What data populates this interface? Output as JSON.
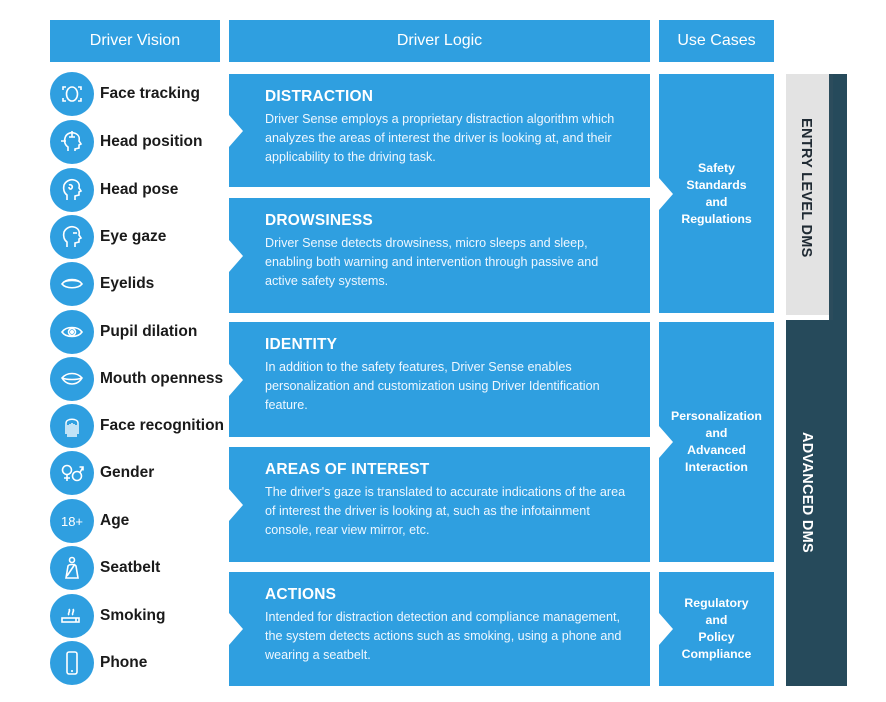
{
  "headers": {
    "vision": "Driver Vision",
    "logic": "Driver Logic",
    "cases": "Use Cases"
  },
  "vision_items": [
    {
      "label": "Face tracking",
      "icon": "face-tracking-icon"
    },
    {
      "label": "Head position",
      "icon": "head-position-icon"
    },
    {
      "label": "Head pose",
      "icon": "head-pose-icon"
    },
    {
      "label": "Eye gaze",
      "icon": "eye-gaze-icon"
    },
    {
      "label": "Eyelids",
      "icon": "eyelids-icon"
    },
    {
      "label": "Pupil dilation",
      "icon": "pupil-dilation-icon"
    },
    {
      "label": "Mouth openness",
      "icon": "mouth-openness-icon"
    },
    {
      "label": "Face recognition",
      "icon": "face-recognition-icon"
    },
    {
      "label": "Gender",
      "icon": "gender-icon"
    },
    {
      "label": "Age",
      "icon": "age-icon"
    },
    {
      "label": "Seatbelt",
      "icon": "seatbelt-icon"
    },
    {
      "label": "Smoking",
      "icon": "smoking-icon"
    },
    {
      "label": "Phone",
      "icon": "phone-icon"
    }
  ],
  "logic": [
    {
      "title": "DISTRACTION",
      "text": "Driver Sense employs a proprietary distraction algorithm which analyzes the areas of interest the driver is looking at, and their applicability to the driving task."
    },
    {
      "title": "DROWSINESS",
      "text": "Driver Sense detects drowsiness, micro sleeps and sleep, enabling both warning and intervention through passive and active safety systems."
    },
    {
      "title": "IDENTITY",
      "text": "In addition to the safety features, Driver Sense enables personalization and customization using Driver Identification feature."
    },
    {
      "title": "AREAS OF INTEREST",
      "text": "The driver's gaze is translated to accurate indications of the area of interest the driver is looking at, such as the infotainment console, rear view mirror, etc."
    },
    {
      "title": "ACTIONS",
      "text": "Intended for distraction detection and compliance management, the system detects actions such as smoking, using a phone and wearing a seatbelt."
    }
  ],
  "use_cases": [
    "Safety\nStandards\nand\nRegulations",
    "Personalization\nand\nAdvanced\nInteraction",
    "Regulatory\nand\nPolicy\nCompliance"
  ],
  "levels": {
    "entry": "ENTRY LEVEL DMS",
    "advanced": "ADVANCED DMS"
  },
  "colors": {
    "primary_blue": "#2f9fe0",
    "dark_teal": "#264a5b",
    "light_gray": "#e3e3e3"
  }
}
